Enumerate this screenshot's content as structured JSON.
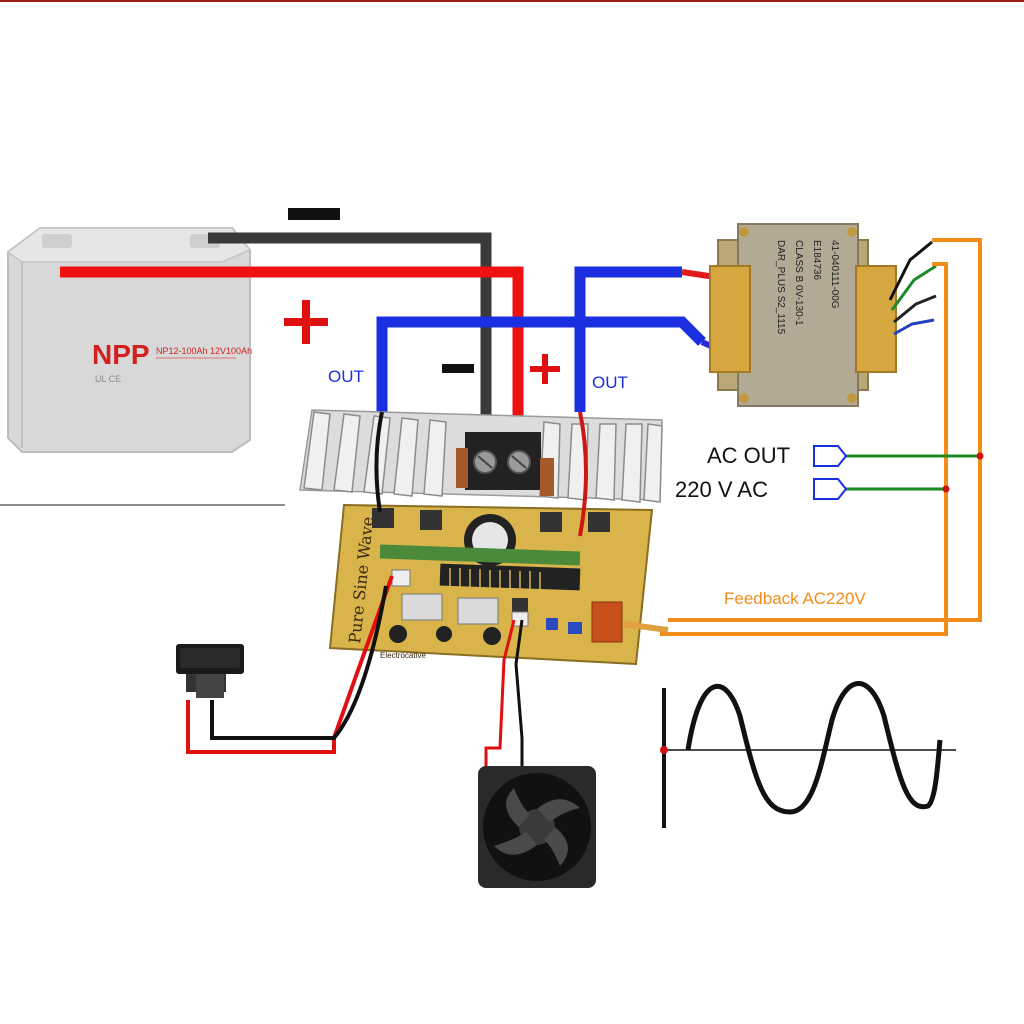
{
  "battery": {
    "brand": "NPP",
    "model": "NP12-100Ah 12V100Ah",
    "terminal_positive": "+",
    "terminal_negative": "−"
  },
  "wire_labels": {
    "battery_negative": "▬",
    "battery_positive": "+",
    "board_negative": "▬",
    "board_positive": "+",
    "out_left": "OUT",
    "out_right": "OUT"
  },
  "board": {
    "title": "Pure Sine Wave",
    "maker": "Electrocative"
  },
  "transformer": {
    "line1": "41-040111-00G",
    "line2": "E184736",
    "line3": "CLASS B  0V-130-1",
    "line4": "DAR_PLUS  S2_1115"
  },
  "ac_out": {
    "line1": "AC OUT",
    "line2": "220 V AC"
  },
  "feedback_label": "Feedback AC220V",
  "colors": {
    "positive_wire": "#ee1111",
    "negative_wire": "#3a3a3a",
    "out_wire": "#1a2fe0",
    "ac_wire": "#1a8a1a",
    "feedback_wire": "#f28c1a",
    "board": "#d8b44a",
    "label_blue": "#1a2fe0",
    "label_orange": "#f28c1a"
  }
}
